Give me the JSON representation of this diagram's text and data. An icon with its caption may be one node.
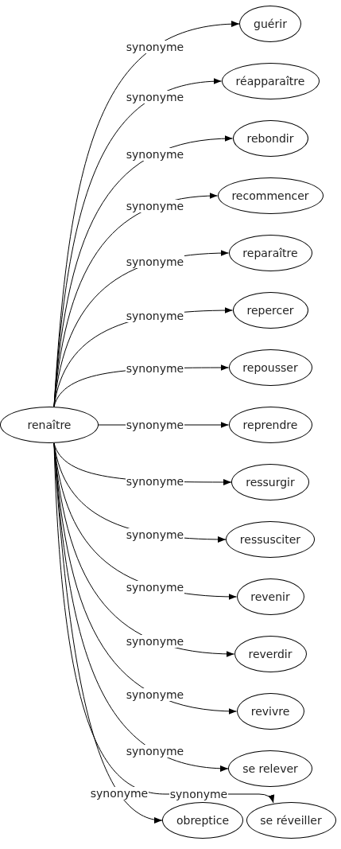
{
  "diagram": {
    "nodes": [
      {
        "text": [
          "renaître"
        ]
      },
      {
        "text": [
          "guérir"
        ]
      },
      {
        "text": [
          "réapparaître"
        ]
      },
      {
        "text": [
          "rebondir"
        ]
      },
      {
        "text": [
          "recommencer"
        ]
      },
      {
        "text": [
          "reparaître"
        ]
      },
      {
        "text": [
          "repercer"
        ]
      },
      {
        "text": [
          "repousser"
        ]
      },
      {
        "text": [
          "reprendre"
        ]
      },
      {
        "text": [
          "ressurgir"
        ]
      },
      {
        "text": [
          "ressusciter"
        ]
      },
      {
        "text": [
          "revenir"
        ]
      },
      {
        "text": [
          "reverdir"
        ]
      },
      {
        "text": [
          "revivre"
        ]
      },
      {
        "text": [
          "se relever"
        ]
      },
      {
        "text": [
          "obreptice"
        ]
      },
      {
        "text": [
          "se réveiller"
        ]
      }
    ],
    "edges": [
      {
        "from": 0,
        "to": 1,
        "arrow": "to",
        "label": "synonyme"
      },
      {
        "from": 0,
        "to": 2,
        "arrow": "to",
        "label": "synonyme"
      },
      {
        "from": 0,
        "to": 3,
        "arrow": "to",
        "label": "synonyme"
      },
      {
        "from": 0,
        "to": 4,
        "arrow": "to",
        "label": "synonyme"
      },
      {
        "from": 0,
        "to": 5,
        "arrow": "to",
        "label": "synonyme"
      },
      {
        "from": 0,
        "to": 6,
        "arrow": "to",
        "label": "synonyme"
      },
      {
        "from": 0,
        "to": 7,
        "arrow": "to",
        "label": "synonyme"
      },
      {
        "from": 0,
        "to": 8,
        "arrow": "to",
        "label": "synonyme"
      },
      {
        "from": 0,
        "to": 9,
        "arrow": "to",
        "label": "synonyme"
      },
      {
        "from": 0,
        "to": 10,
        "arrow": "to",
        "label": "synonyme"
      },
      {
        "from": 0,
        "to": 11,
        "arrow": "to",
        "label": "synonyme"
      },
      {
        "from": 0,
        "to": 12,
        "arrow": "to",
        "label": "synonyme"
      },
      {
        "from": 0,
        "to": 13,
        "arrow": "to",
        "label": "synonyme"
      },
      {
        "from": 0,
        "to": 14,
        "arrow": "to",
        "label": "synonyme"
      },
      {
        "from": 0,
        "to": 15,
        "arrow": "to",
        "label": "synonyme"
      },
      {
        "from": 0,
        "to": 16,
        "arrow": "to",
        "label": "synonyme"
      }
    ]
  }
}
